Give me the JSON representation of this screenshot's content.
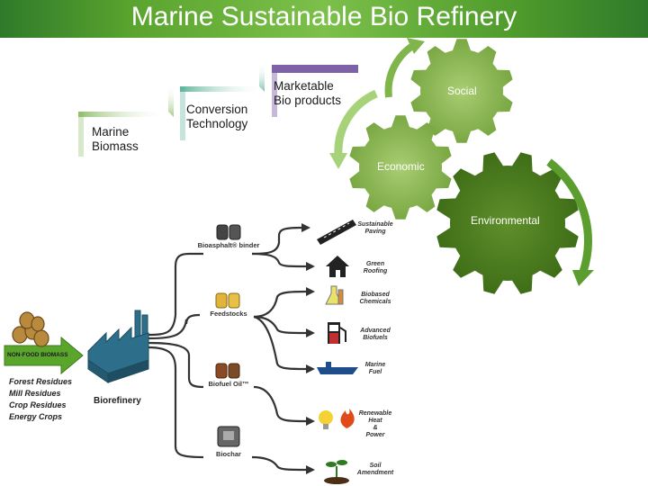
{
  "title": "Marine Sustainable Bio Refinery",
  "steps": [
    {
      "label_line1": "Marine",
      "label_line2": "Biomass",
      "color": "#8fbe6b"
    },
    {
      "label_line1": "Conversion",
      "label_line2": "Technology",
      "color": "#5fb39a"
    },
    {
      "label_line1": "Marketable",
      "label_line2": "Bio products",
      "color": "#7e62a8"
    }
  ],
  "gears": {
    "social": "Social",
    "economic": "Economic",
    "environmental": "Environmental"
  },
  "diagram": {
    "input_arrow": "NON-FOOD BIOMASS",
    "residues": [
      "Forest Residues",
      "Mill Residues",
      "Crop Residues",
      "Energy Crops"
    ],
    "refinery": "Biorefinery",
    "intermediates": [
      "Bioasphalt® binder",
      "Feedstocks",
      "Biofuel Oil™",
      "Biochar"
    ],
    "outputs": [
      {
        "line1": "Sustainable",
        "line2": "Paving",
        "line3": "",
        "line4": "",
        "icon": "paving-icon"
      },
      {
        "line1": "Green",
        "line2": "Roofing",
        "line3": "",
        "line4": "",
        "icon": "house-icon"
      },
      {
        "line1": "Biobased",
        "line2": "Chemicals",
        "line3": "",
        "line4": "",
        "icon": "flask-icon"
      },
      {
        "line1": "Advanced",
        "line2": "Biofuels",
        "line3": "",
        "line4": "",
        "icon": "fuel-pump-icon"
      },
      {
        "line1": "Marine",
        "line2": "Fuel",
        "line3": "",
        "line4": "",
        "icon": "ship-icon"
      },
      {
        "line1": "Renewable",
        "line2": "Heat",
        "line3": "&",
        "line4": "Power",
        "icon": "bulb-flame-icon"
      },
      {
        "line1": "Soil",
        "line2": "Amendment",
        "line3": "",
        "line4": "",
        "icon": "sprout-icon"
      }
    ]
  },
  "colors": {
    "header": "#59a32e",
    "gear_light": "#9cc567",
    "gear_dark": "#4c7d1e",
    "arrow_green": "#5b9e2f",
    "tank": "#7a4b26"
  }
}
